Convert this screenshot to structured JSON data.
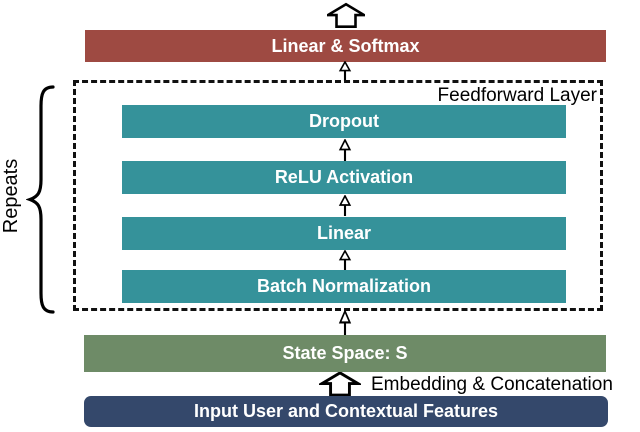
{
  "colors": {
    "output_box": "#9e4a42",
    "layer_box": "#35929a",
    "state_box": "#6e8b67",
    "input_box": "#34486b",
    "box_text": "#ffffff",
    "label_text": "#000000",
    "line": "#000000"
  },
  "diagram": {
    "output_box_label": "Linear & Softmax",
    "feedforward_group_label": "Feedforward Layer",
    "layers": [
      "Dropout",
      "ReLU Activation",
      "Linear",
      "Batch Normalization"
    ],
    "repeats_label": "Repeats",
    "state_box_label": "State Space: S",
    "embedding_label": "Embedding & Concatenation",
    "input_box_label": "Input User and Contextual Features"
  }
}
